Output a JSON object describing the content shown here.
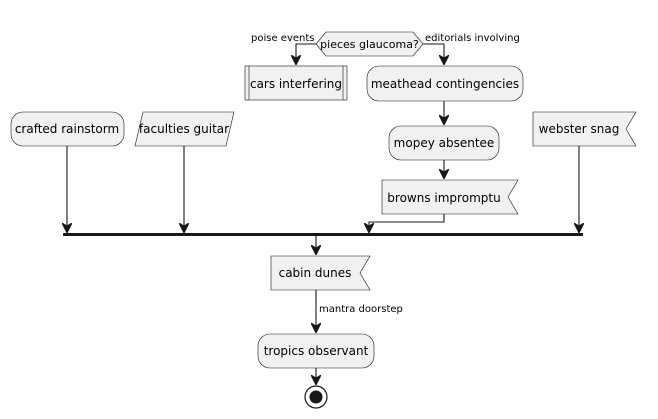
{
  "decision": {
    "question": "pieces glaucoma?",
    "left_branch": "poise events",
    "right_branch": "editorials involving"
  },
  "nodes": {
    "cars_interfering": "cars interfering",
    "meathead_contingencies": "meathead contingencies",
    "mopey_absentee": "mopey absentee",
    "browns_impromptu": "browns impromptu",
    "crafted_rainstorm": "crafted rainstorm",
    "faculties_guitar": "faculties guitar",
    "webster_snag": "webster snag",
    "cabin_dunes": "cabin dunes",
    "tropics_observant": "tropics observant"
  },
  "edges": {
    "mantra_doorstep": "mantra doorstep"
  }
}
